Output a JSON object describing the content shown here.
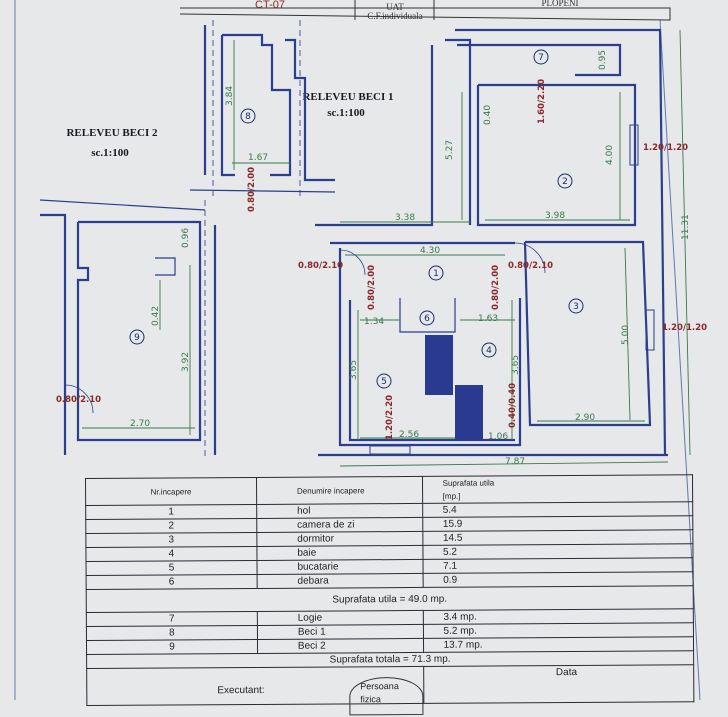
{
  "title_block": {
    "code": "CT-07",
    "uat_label": "UAT",
    "cf_label": "C.F.individuala",
    "locality": "PLOPENI"
  },
  "plan_titles": [
    {
      "title": "RELEVEU BECI 2",
      "scale": "sc.1:100"
    },
    {
      "title": "RELEVEU BECI 1",
      "scale": "sc.1:100"
    }
  ],
  "rooms": [
    "1",
    "2",
    "3",
    "4",
    "5",
    "6",
    "7",
    "8",
    "9"
  ],
  "dimensions": [
    "3.84",
    "1.67",
    "5.27",
    "3.38",
    "4.00",
    "3.98",
    "11.31",
    "4.30",
    "1.34",
    "1.63",
    "3.65",
    "3.65",
    "5.00",
    "2.90",
    "2.56",
    "1.06",
    "7.87",
    "0.96",
    "0.42",
    "3.92",
    "2.70",
    "0.40",
    "0.95"
  ],
  "openings": [
    "0.80/2.00",
    "1.60/2.20",
    "1.20/1.20",
    "0.80/2.10",
    "0.80/2.10",
    "0.80/2.00",
    "0.80/2.00",
    "1.20/1.20",
    "1.20/2.20",
    "0.40/0.40",
    "0.80/2.10"
  ],
  "table": {
    "headers": {
      "nr": "Nr.incapere",
      "name": "Denumire incapere",
      "area": "Suprafata utila",
      "unit": "[mp.]"
    },
    "rows": [
      {
        "nr": "1",
        "name": "hol",
        "area": "5.4"
      },
      {
        "nr": "2",
        "name": "camera de zi",
        "area": "15.9"
      },
      {
        "nr": "3",
        "name": "dormitor",
        "area": "14.5"
      },
      {
        "nr": "4",
        "name": "baie",
        "area": "5.2"
      },
      {
        "nr": "5",
        "name": "bucatarie",
        "area": "7.1"
      },
      {
        "nr": "6",
        "name": "debara",
        "area": "0.9"
      }
    ],
    "subtotal": "Suprafata utila = 49.0 mp.",
    "extra_rows": [
      {
        "nr": "7",
        "name": "Logie",
        "area": "3.4 mp."
      },
      {
        "nr": "8",
        "name": "Beci 1",
        "area": "5.2 mp."
      },
      {
        "nr": "9",
        "name": "Beci 2",
        "area": "13.7 mp."
      }
    ],
    "total": "Suprafata totala = 71.3 mp.",
    "executant": "Executant:",
    "stamp": "Persoana fizica",
    "date": "Data"
  }
}
